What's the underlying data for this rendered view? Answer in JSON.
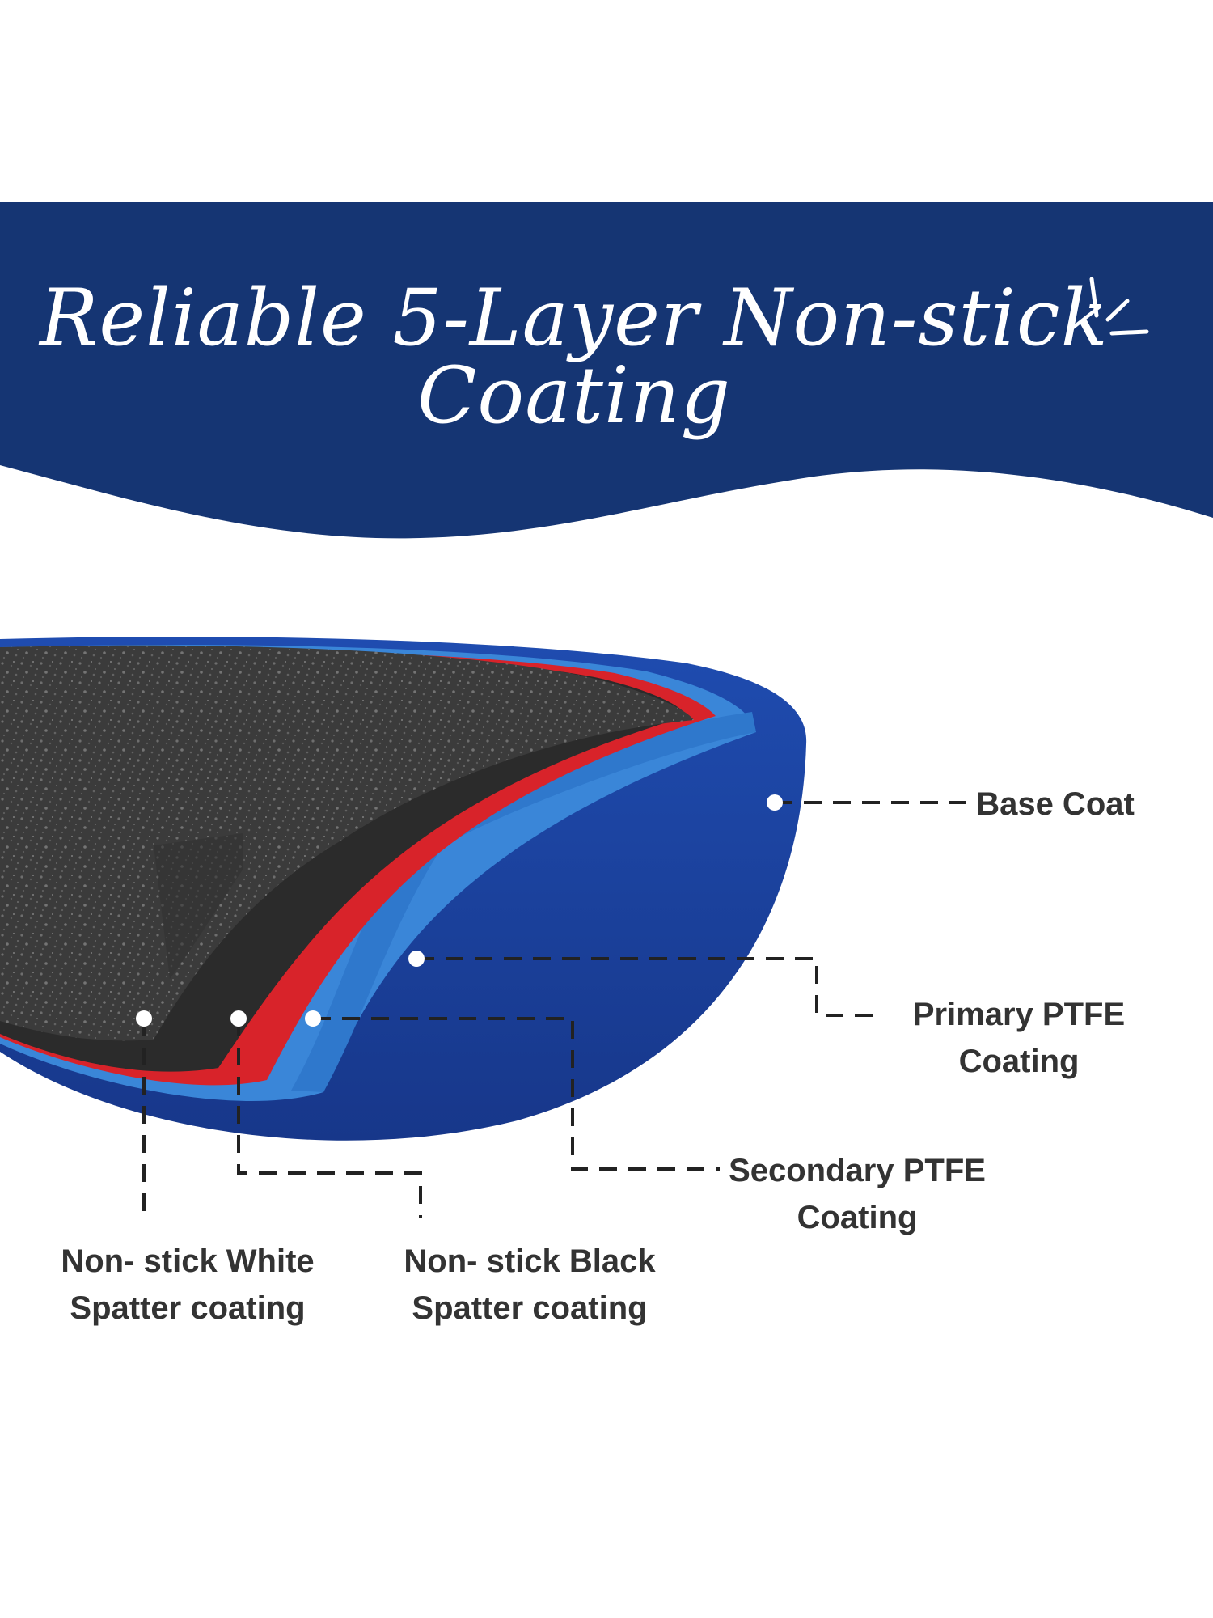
{
  "title": "Reliable 5-Layer Non-stick Coating",
  "colors": {
    "banner": "#153573",
    "pan_blue": "#1d47a8",
    "layer_light_blue": "#3a86d8",
    "layer_red": "#d8232a",
    "coating_dark": "#3a3a3a",
    "label_text": "#333333"
  },
  "layers": [
    {
      "name": "base-coat",
      "lines": [
        "Base Coat"
      ]
    },
    {
      "name": "primary-ptfe",
      "lines": [
        "Primary PTFE",
        "Coating"
      ]
    },
    {
      "name": "secondary-ptfe",
      "lines": [
        "Secondary PTFE",
        "Coating"
      ]
    },
    {
      "name": "white-spatter",
      "lines": [
        "Non- stick White",
        "Spatter coating"
      ]
    },
    {
      "name": "black-spatter",
      "lines": [
        "Non- stick Black",
        "Spatter coating"
      ]
    }
  ]
}
